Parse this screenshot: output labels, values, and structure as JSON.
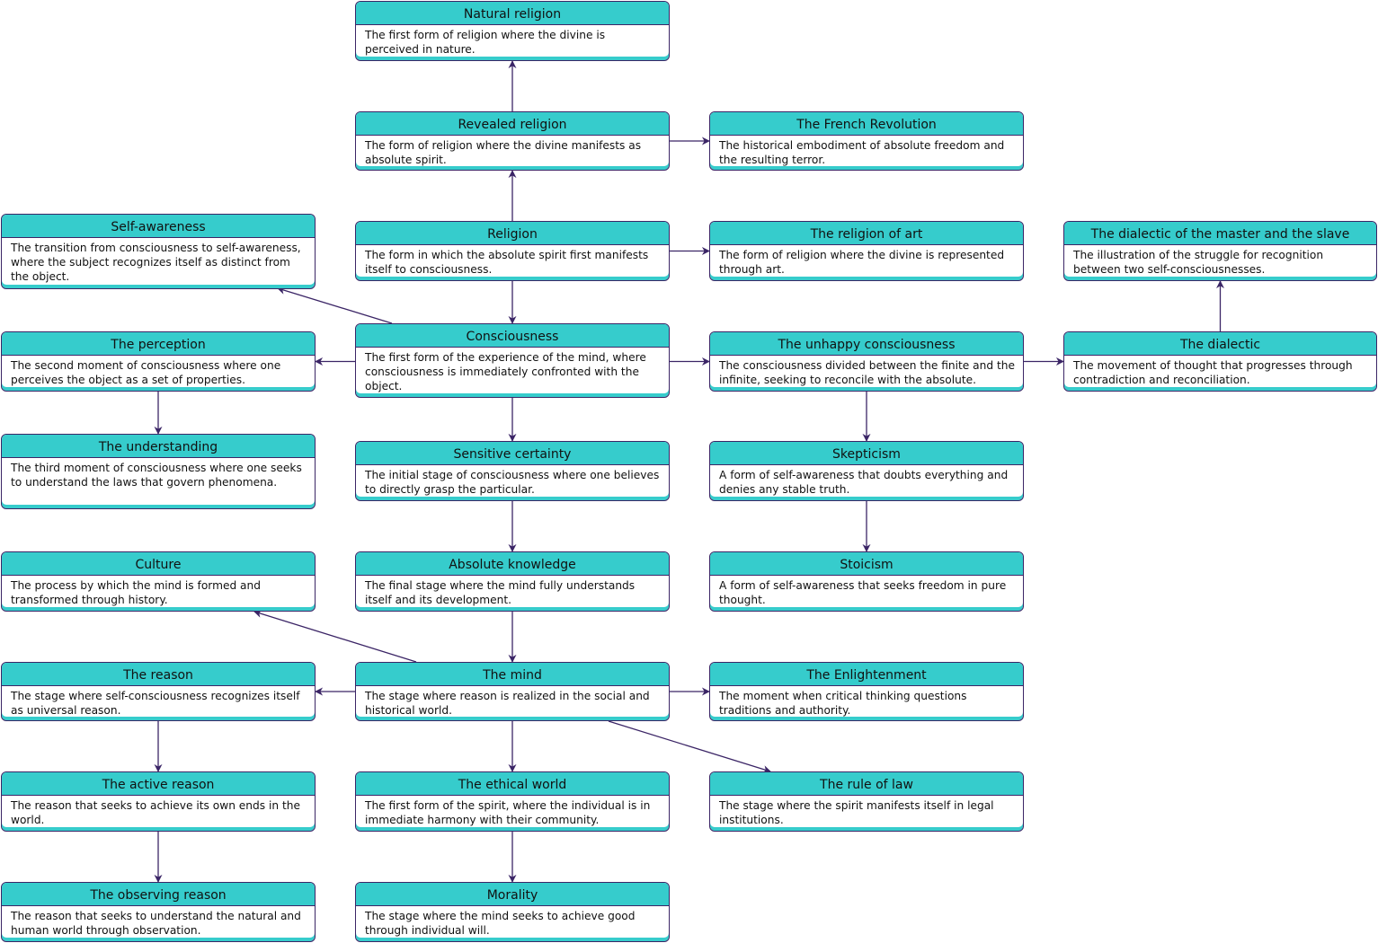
{
  "colors": {
    "header": "#36cccc",
    "border": "#3b2566",
    "edge": "#3b2566",
    "text": "#111111"
  },
  "nodes": [
    {
      "id": "natural-religion",
      "title": "Natural religion",
      "desc": "The first form of religion where the divine is perceived in nature."
    },
    {
      "id": "revealed-religion",
      "title": "Revealed religion",
      "desc": "The form of religion where the divine manifests as absolute spirit."
    },
    {
      "id": "french-revolution",
      "title": "The French Revolution",
      "desc": "The historical embodiment of absolute freedom and the resulting terror."
    },
    {
      "id": "self-awareness",
      "title": "Self-awareness",
      "desc": "The transition from consciousness to self-awareness, where the subject recognizes itself as distinct from the object."
    },
    {
      "id": "religion",
      "title": "Religion",
      "desc": "The form in which the absolute spirit first manifests itself to consciousness."
    },
    {
      "id": "religion-of-art",
      "title": "The religion of art",
      "desc": "The form of religion where the divine is represented through art."
    },
    {
      "id": "master-slave",
      "title": "The dialectic of the master and the slave",
      "desc": "The illustration of the struggle for recognition between two self-consciousnesses."
    },
    {
      "id": "perception",
      "title": "The perception",
      "desc": "The second moment of consciousness where one perceives the object as a set of properties."
    },
    {
      "id": "consciousness",
      "title": "Consciousness",
      "desc": "The first form of the experience of the mind, where consciousness is immediately confronted with the object."
    },
    {
      "id": "unhappy-consciousness",
      "title": "The unhappy consciousness",
      "desc": "The consciousness divided between the finite and the infinite, seeking to reconcile with the absolute."
    },
    {
      "id": "dialectic",
      "title": "The dialectic",
      "desc": "The movement of thought that progresses through contradiction and reconciliation."
    },
    {
      "id": "understanding",
      "title": "The understanding",
      "desc": "The third moment of consciousness where one seeks to understand the laws that govern phenomena."
    },
    {
      "id": "sensitive-certainty",
      "title": "Sensitive certainty",
      "desc": "The initial stage of consciousness where one believes to directly grasp the particular."
    },
    {
      "id": "skepticism",
      "title": "Skepticism",
      "desc": "A form of self-awareness that doubts everything and denies any stable truth."
    },
    {
      "id": "culture",
      "title": "Culture",
      "desc": "The process by which the mind is formed and transformed through history."
    },
    {
      "id": "absolute-knowledge",
      "title": "Absolute knowledge",
      "desc": "The final stage where the mind fully understands itself and its development."
    },
    {
      "id": "stoicism",
      "title": "Stoicism",
      "desc": "A form of self-awareness that seeks freedom in pure thought."
    },
    {
      "id": "reason",
      "title": "The reason",
      "desc": "The stage where self-consciousness recognizes itself as universal reason."
    },
    {
      "id": "mind",
      "title": "The mind",
      "desc": "The stage where reason is realized in the social and historical world."
    },
    {
      "id": "enlightenment",
      "title": "The Enlightenment",
      "desc": "The moment when critical thinking questions traditions and authority."
    },
    {
      "id": "active-reason",
      "title": "The active reason",
      "desc": "The reason that seeks to achieve its own ends in the world."
    },
    {
      "id": "ethical-world",
      "title": "The ethical world",
      "desc": "The first form of the spirit, where the individual is in immediate harmony with their community."
    },
    {
      "id": "rule-of-law",
      "title": "The rule of law",
      "desc": "The stage where the spirit manifests itself in legal institutions."
    },
    {
      "id": "observing-reason",
      "title": "The observing reason",
      "desc": "The reason that seeks to understand the natural and human world through observation."
    },
    {
      "id": "morality",
      "title": "Morality",
      "desc": "The stage where the mind seeks to achieve good through individual will."
    }
  ],
  "edges": [
    {
      "from": "revealed-religion",
      "to": "natural-religion"
    },
    {
      "from": "revealed-religion",
      "to": "french-revolution"
    },
    {
      "from": "religion",
      "to": "revealed-religion"
    },
    {
      "from": "religion",
      "to": "religion-of-art"
    },
    {
      "from": "religion",
      "to": "consciousness"
    },
    {
      "from": "consciousness",
      "to": "self-awareness"
    },
    {
      "from": "consciousness",
      "to": "perception"
    },
    {
      "from": "consciousness",
      "to": "unhappy-consciousness"
    },
    {
      "from": "consciousness",
      "to": "sensitive-certainty"
    },
    {
      "from": "unhappy-consciousness",
      "to": "dialectic"
    },
    {
      "from": "unhappy-consciousness",
      "to": "skepticism"
    },
    {
      "from": "dialectic",
      "to": "master-slave"
    },
    {
      "from": "perception",
      "to": "understanding"
    },
    {
      "from": "sensitive-certainty",
      "to": "absolute-knowledge"
    },
    {
      "from": "skepticism",
      "to": "stoicism"
    },
    {
      "from": "absolute-knowledge",
      "to": "mind"
    },
    {
      "from": "mind",
      "to": "culture"
    },
    {
      "from": "mind",
      "to": "reason"
    },
    {
      "from": "mind",
      "to": "enlightenment"
    },
    {
      "from": "mind",
      "to": "ethical-world"
    },
    {
      "from": "mind",
      "to": "rule-of-law"
    },
    {
      "from": "reason",
      "to": "active-reason"
    },
    {
      "from": "active-reason",
      "to": "observing-reason"
    },
    {
      "from": "ethical-world",
      "to": "morality"
    }
  ]
}
